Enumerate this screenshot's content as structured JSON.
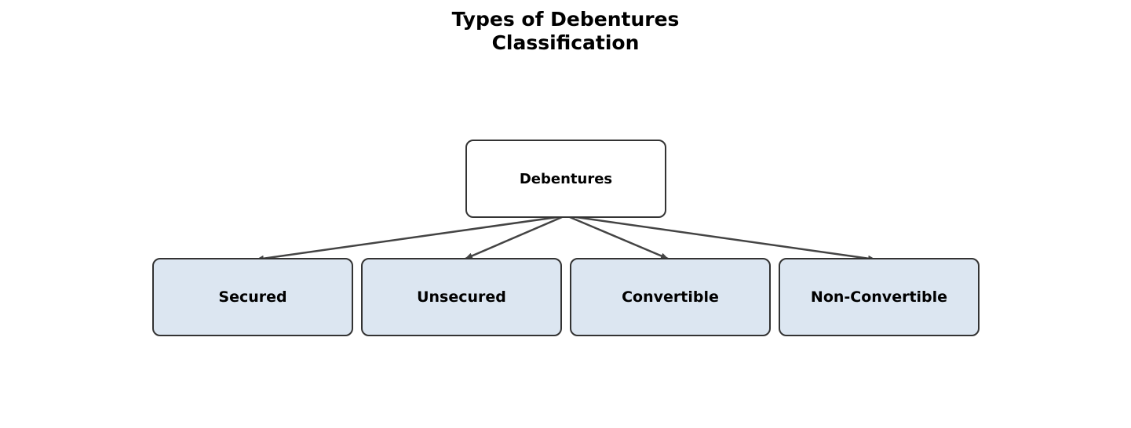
{
  "diagram": {
    "title_lines": [
      "Types of Debentures",
      "Classification"
    ],
    "root": {
      "label": "Debentures"
    },
    "children": [
      {
        "label": "Secured"
      },
      {
        "label": "Unsecured"
      },
      {
        "label": "Convertible"
      },
      {
        "label": "Non-Convertible"
      }
    ],
    "colors": {
      "root_fill": "#ffffff",
      "child_fill": "#dce6f1",
      "border": "#333333",
      "edge": "#444444"
    }
  }
}
